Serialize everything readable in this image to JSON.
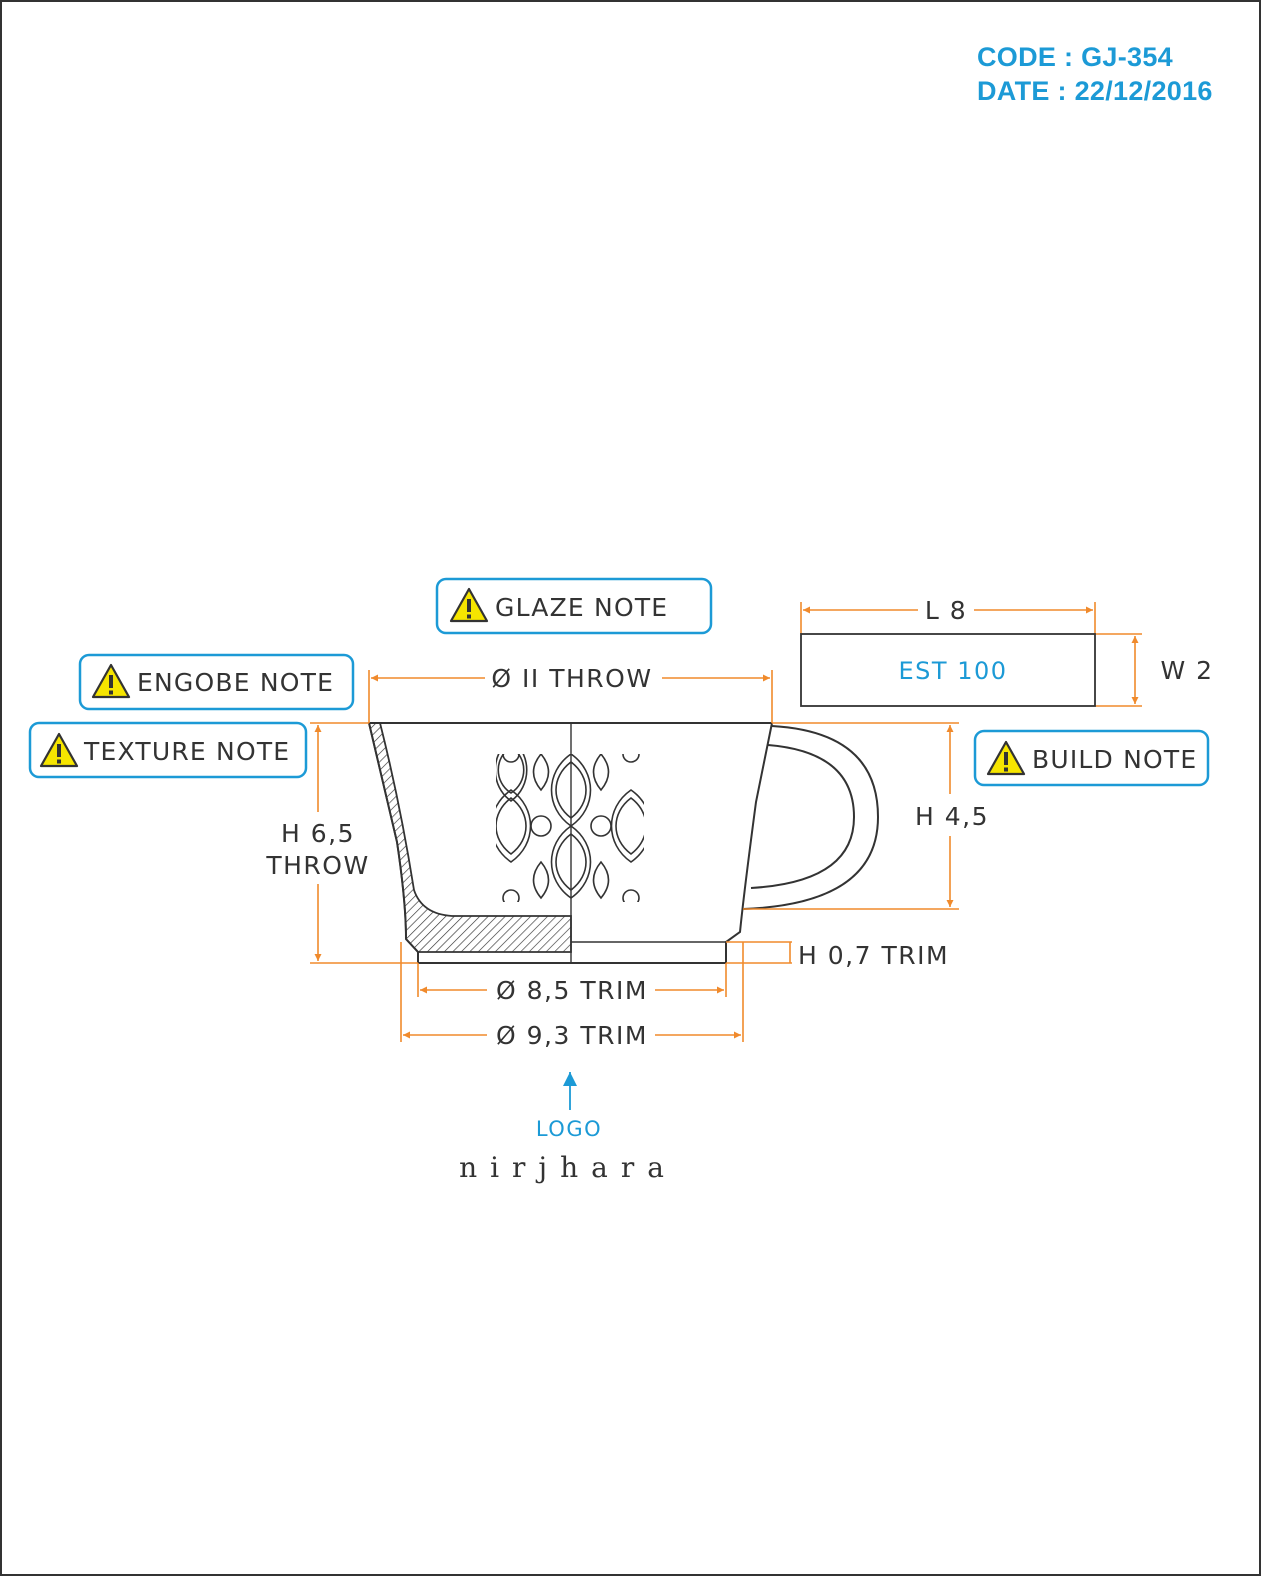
{
  "header": {
    "code": "CODE : GJ-354",
    "date": "DATE : 22/12/2016"
  },
  "notes": {
    "glaze": "GLAZE NOTE",
    "engobe": "ENGOBE NOTE",
    "texture": "TEXTURE NOTE",
    "build": "BUILD NOTE"
  },
  "dimensions": {
    "throw_diameter": "Ø II THROW",
    "height_throw_line1": "H 6,5",
    "height_throw_line2": "THROW",
    "height_handle": "H 4,5",
    "height_trim": "H 0,7 TRIM",
    "foot_inner_trim": "Ø 8,5 TRIM",
    "foot_outer_trim": "Ø 9,3 TRIM"
  },
  "plate": {
    "length": "L 8",
    "width": "W 2",
    "label": "EST 100"
  },
  "logo": {
    "label": "LOGO",
    "brand": "nirjhara"
  },
  "colors": {
    "header_blue": "#1c9ad6",
    "dimension_orange": "#f08a2c",
    "note_border_blue": "#1c9ad6",
    "warning_yellow": "#f6e500",
    "line_dark": "#333333"
  },
  "icons": {
    "note_icon": "warning-triangle-icon",
    "logo_pointer": "arrow-up-icon"
  }
}
